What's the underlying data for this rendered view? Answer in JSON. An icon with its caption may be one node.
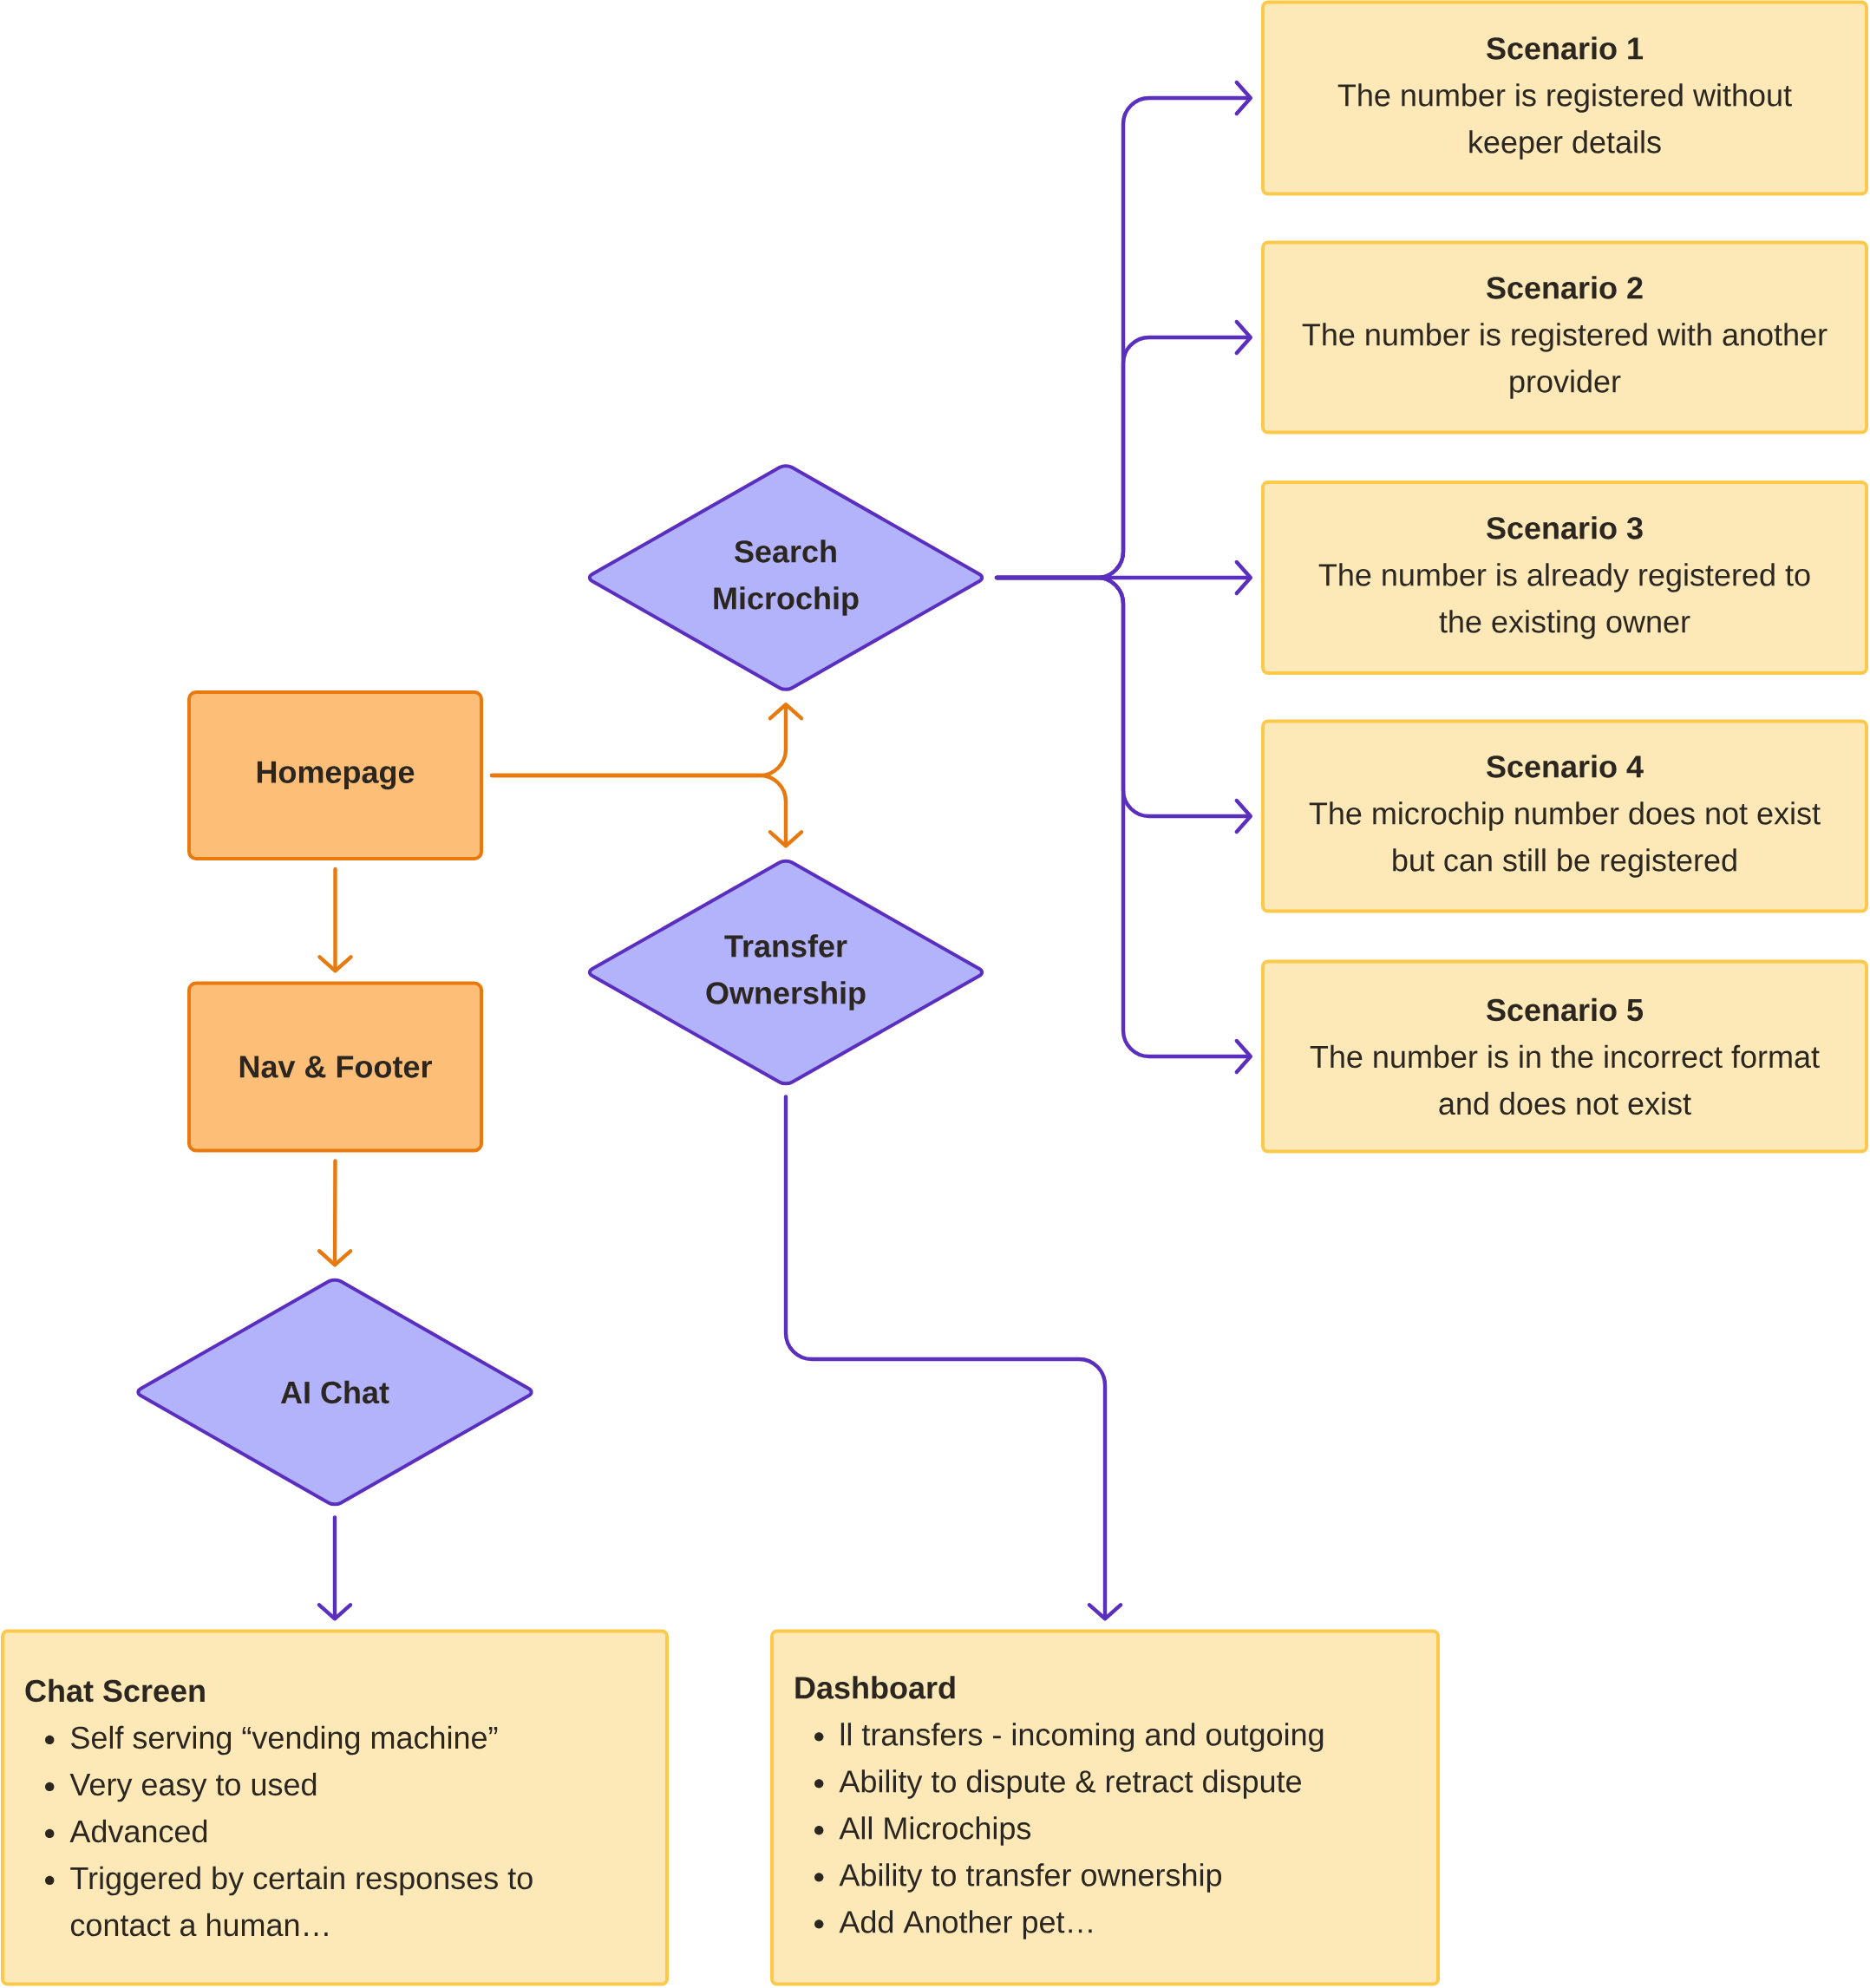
{
  "diagram": {
    "nodes": [
      {
        "text": [
          "Scenario 1",
          "The number is registered without keeper details"
        ]
      },
      {
        "text": [
          "Scenario 2",
          "The number is registered with another provider"
        ]
      },
      {
        "text": [
          "Search Microchip"
        ]
      },
      {
        "text": [
          "Scenario 3",
          "The number is already registered to the existing owner"
        ]
      },
      {
        "text": [
          "Homepage"
        ]
      },
      {
        "text": [
          "Scenario 4",
          "The microchip number does not exist but can still be registered"
        ]
      },
      {
        "text": [
          "Transfer Ownership"
        ]
      },
      {
        "text": [
          "Scenario 5",
          "The number is in the incorrect format and does not exist"
        ]
      },
      {
        "text": [
          "Nav & Footer"
        ]
      },
      {
        "text": [
          "AI Chat"
        ]
      },
      {
        "text": [
          "Chat Screen",
          "Self serving “vending machine”",
          "Very easy to used",
          "Advanced",
          "Triggered by certain responses to contact a human…"
        ]
      },
      {
        "text": [
          "Dashboard",
          "ll transfers - incoming and outgoing",
          "Ability to dispute & retract dispute",
          "All Microchips",
          "Ability to transfer ownership",
          "Add Another pet…"
        ]
      }
    ],
    "edges": [
      {
        "from": 4,
        "to": 2,
        "arrow": "to",
        "color": "#e8790f"
      },
      {
        "from": 4,
        "to": 6,
        "arrow": "to",
        "color": "#e8790f"
      },
      {
        "from": 4,
        "to": 8,
        "arrow": "to",
        "color": "#e8790f"
      },
      {
        "from": 8,
        "to": 9,
        "arrow": "to",
        "color": "#e8790f"
      },
      {
        "from": 9,
        "to": 10,
        "arrow": "to"
      },
      {
        "from": 6,
        "to": 11,
        "arrow": "to"
      },
      {
        "from": 2,
        "to": 0,
        "arrow": "to"
      },
      {
        "from": 2,
        "to": 1,
        "arrow": "to"
      },
      {
        "from": 2,
        "to": 3,
        "arrow": "to"
      },
      {
        "from": 2,
        "to": 5,
        "arrow": "to"
      },
      {
        "from": 2,
        "to": 7,
        "arrow": "to"
      }
    ]
  }
}
